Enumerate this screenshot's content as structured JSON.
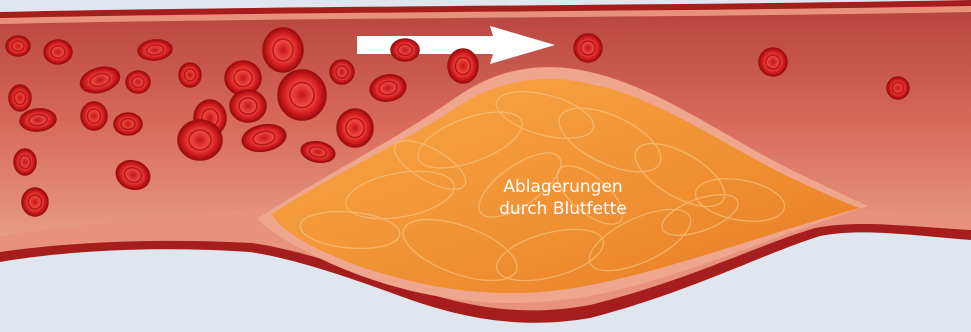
{
  "figure": {
    "label_lines": [
      "Ablagerungen",
      "durch Blutfette"
    ],
    "flow_direction": "right",
    "colors": {
      "background": "#dfe6ee",
      "vessel_wall": "#a51d1d",
      "vessel_lumen": "#c8564e",
      "vessel_highlight": "#ee9a86",
      "plaque_fill": "#f29a3a",
      "plaque_border": "#f6c3a6",
      "blood_cell": "#e0262a",
      "flow_arrow": "#ffffff"
    },
    "icons": [
      "blood-cell-icon",
      "arrow-right-icon"
    ]
  }
}
